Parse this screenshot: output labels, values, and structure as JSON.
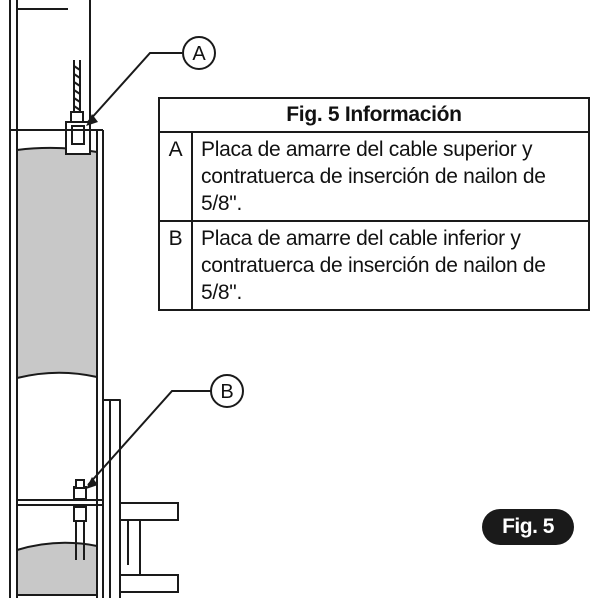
{
  "callouts": [
    {
      "letter": "A"
    },
    {
      "letter": "B"
    }
  ],
  "table": {
    "title": "Fig. 5 Información",
    "rows": [
      {
        "key": "A",
        "text": "Placa de amarre del cable superior y contratuerca de inserción de nailon de 5/8\"."
      },
      {
        "key": "B",
        "text": "Placa de amarre del cable inferior y contratuerca de inserción de nailon de 5/8\"."
      }
    ]
  },
  "badge": {
    "label": "Fig. 5"
  },
  "colors": {
    "ink": "#1a1a1a",
    "fill": "#c8c8c8",
    "background": "#ffffff"
  }
}
